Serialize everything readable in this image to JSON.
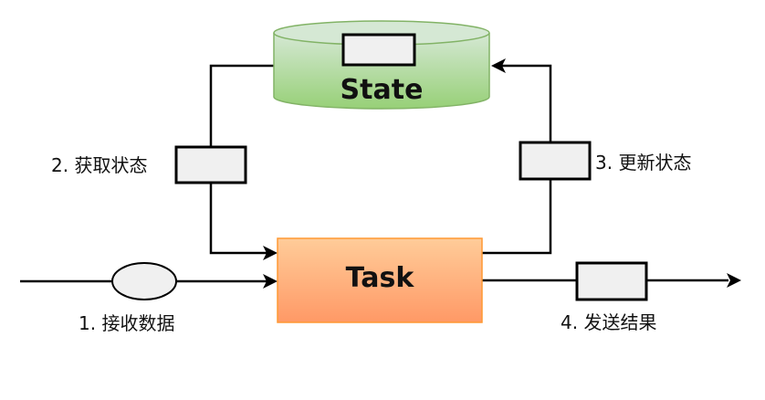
{
  "diagram": {
    "state": {
      "title": "State"
    },
    "task": {
      "title": "Task"
    },
    "steps": {
      "receive": "1. 接收数据",
      "get_state": "2. 获取状态",
      "update_state": "3. 更新状态",
      "send_result": "4. 发送结果"
    }
  },
  "colors": {
    "state_fill_top": "#d5e8d4",
    "state_fill_bottom": "#97d077",
    "state_stroke": "#82b366",
    "task_fill_top": "#ffcc99",
    "task_fill_bottom": "#ff9966",
    "task_stroke": "#ff9933",
    "token_fill": "#f0f0f0",
    "line": "#000000"
  }
}
